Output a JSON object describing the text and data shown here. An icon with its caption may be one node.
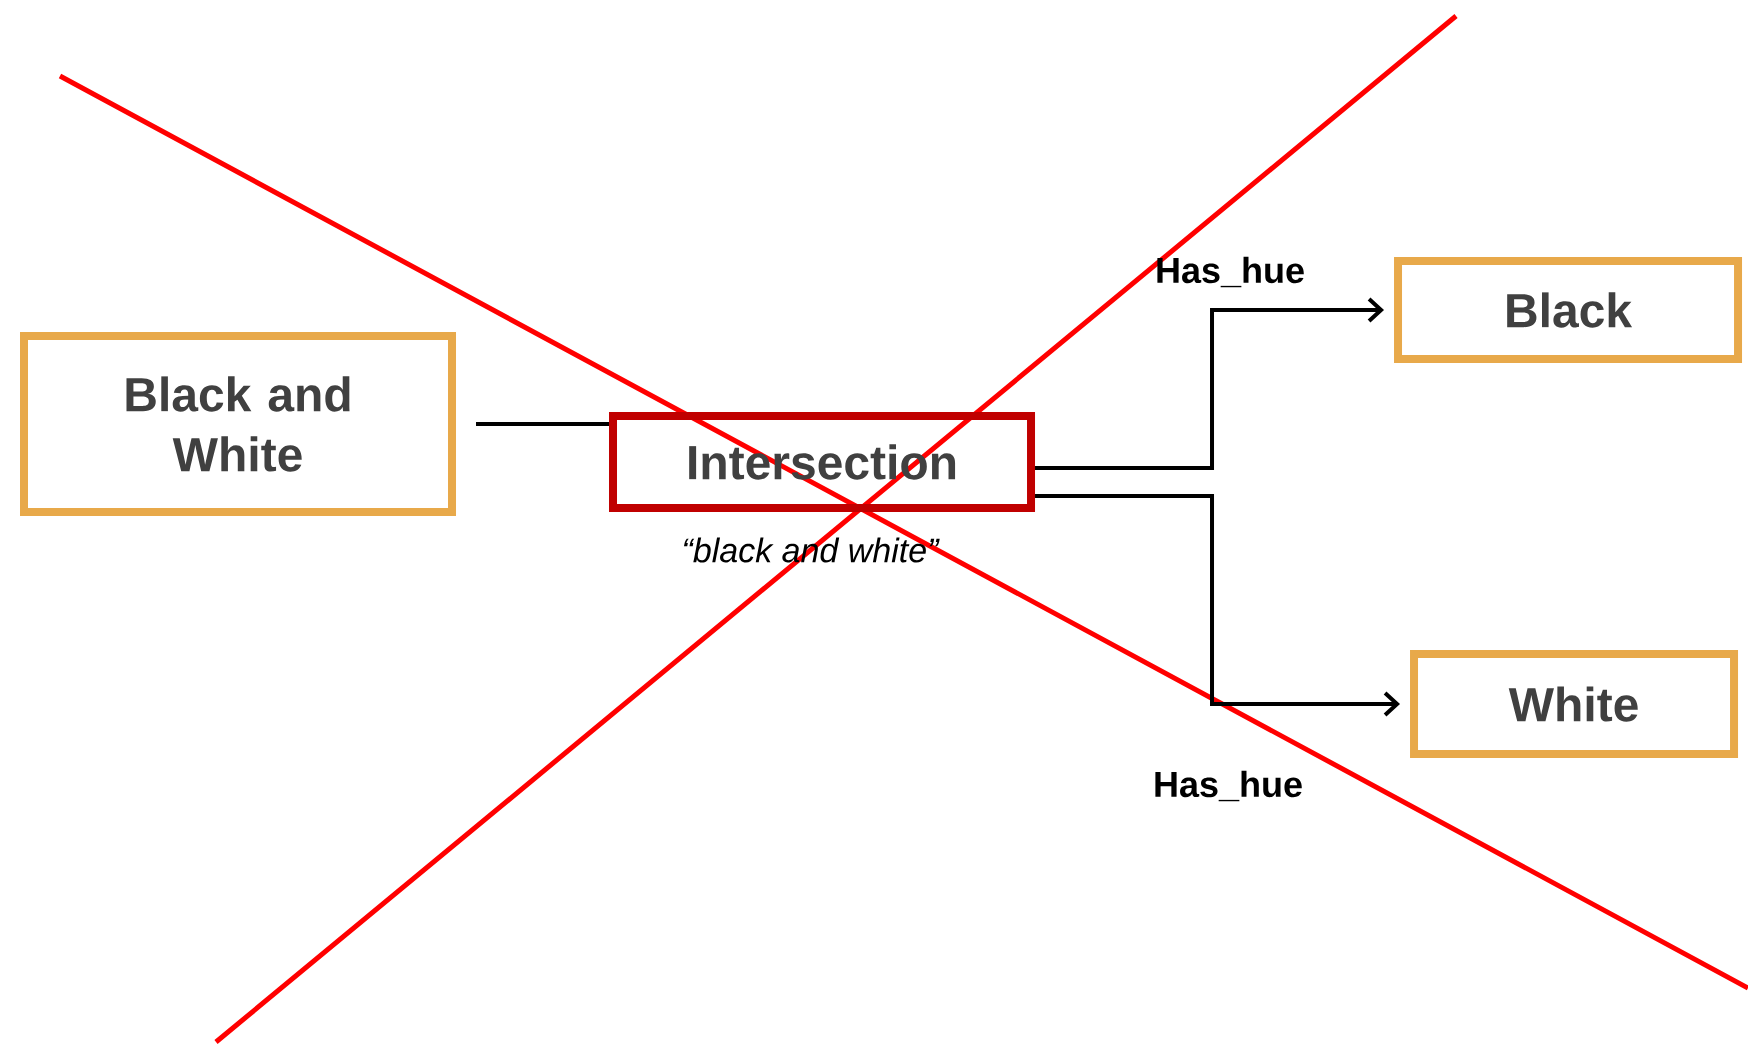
{
  "diagram": {
    "nodes": [
      {
        "text": [
          "Black and White"
        ]
      },
      {
        "text": [
          "Intersection"
        ],
        "beside": [
          "“black and white”"
        ]
      },
      {
        "text": [
          "Black"
        ]
      },
      {
        "text": [
          "White"
        ]
      }
    ],
    "edges": [
      {
        "from": 0,
        "to": 1,
        "arrow": "none"
      },
      {
        "from": 1,
        "to": 2,
        "arrow": "to",
        "label": "Has_hue"
      },
      {
        "from": 1,
        "to": 3,
        "arrow": "to",
        "label": "Has_hue"
      }
    ]
  }
}
